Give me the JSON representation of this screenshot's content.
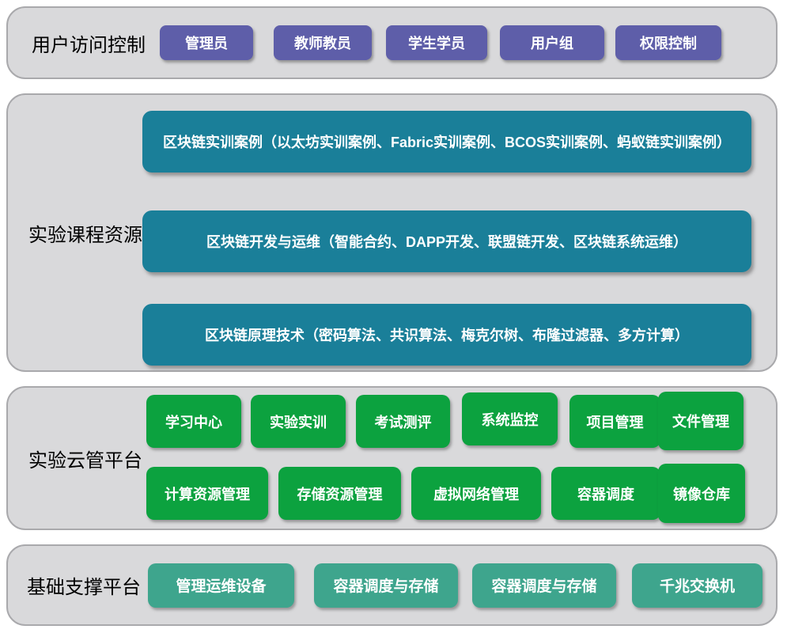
{
  "layers": [
    {
      "label": "用户访问控制",
      "items": [
        "管理员",
        "教师教员",
        "学生学员",
        "用户组",
        "权限控制"
      ]
    },
    {
      "label": "实验课程资源",
      "bars": [
        "区块链实训案例（以太坊实训案例、Fabric实训案例、BCOS实训案例、蚂蚁链实训案例）",
        "区块链开发与运维（智能合约、DAPP开发、联盟链开发、区块链系统运维）",
        "区块链原理技术（密码算法、共识算法、梅克尔树、布隆过滤器、多方计算）"
      ]
    },
    {
      "label": "实验云管平台",
      "rows": [
        [
          "学习中心",
          "实验实训",
          "考试测评",
          "系统监控",
          "项目管理",
          "文件管理"
        ],
        [
          "计算资源管理",
          "存储资源管理",
          "虚拟网络管理",
          "容器调度",
          "镜像仓库"
        ]
      ]
    },
    {
      "label": "基础支撑平台",
      "items": [
        "管理运维设备",
        "容器调度与存储",
        "容器调度与存储",
        "千兆交换机"
      ]
    }
  ],
  "colors": {
    "purple": "#5E5EA9",
    "teal": "#1A7F99",
    "green": "#0CA23F",
    "sea_green": "#3EA58D",
    "band_fill": "#D9D9DB",
    "band_border": "#A9A9AC",
    "block_text": "#FFFFFF",
    "label_text": "#000000"
  }
}
